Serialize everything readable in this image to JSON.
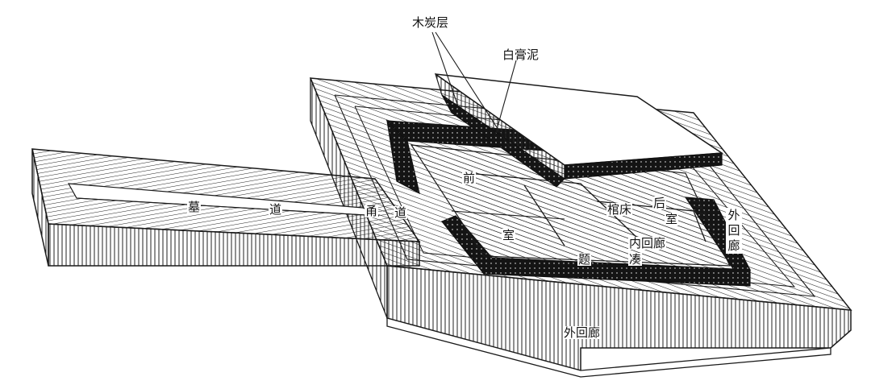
{
  "labels": {
    "charcoal_layer": "木炭层",
    "white_clay": "白膏泥",
    "tomb_passage_1": "墓",
    "tomb_passage_2": "道",
    "yong_dao_1": "甬",
    "yong_dao_2": "道",
    "front_room_1": "前",
    "front_room_2": "室",
    "coffin_bed": "棺床",
    "back_room_1": "后",
    "back_room_2": "室",
    "outer_corridor_right": "外回廊",
    "inner_corridor": "内回廊",
    "ticou": "题凑",
    "outer_corridor_bottom": "外回廊"
  },
  "colors": {
    "line": "#1a1a1a",
    "background": "#ffffff",
    "dark_wall": "#141414"
  }
}
